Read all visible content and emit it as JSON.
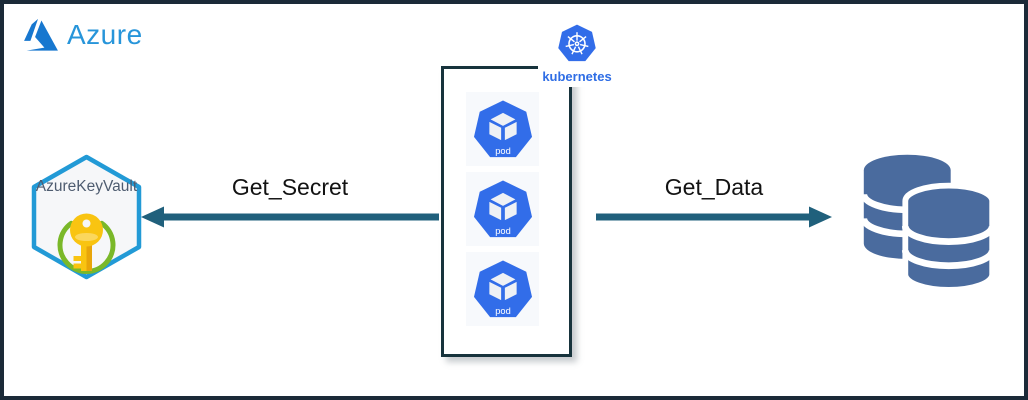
{
  "header": {
    "azure_label": "Azure"
  },
  "key_vault": {
    "label": "AzureKeyVault"
  },
  "cluster": {
    "kubernetes_label": "kubernetes",
    "pods": [
      {
        "label": "pod"
      },
      {
        "label": "pod"
      },
      {
        "label": "pod"
      }
    ]
  },
  "connections": {
    "get_secret": {
      "label": "Get_Secret",
      "direction": "left"
    },
    "get_data": {
      "label": "Get_Data",
      "direction": "right"
    }
  },
  "colors": {
    "frame_border": "#1b2a38",
    "azure_triangle": "#1777cf",
    "azure_text": "#2795da",
    "hex_border": "#229ad6",
    "hex_fill": "#f6f7f9",
    "keyvault_text": "#4e5c70",
    "key_gold": "#f9c411",
    "key_gold_dark": "#e8a50a",
    "key_gold_light": "#fbd75c",
    "arc_green": "#7ab829",
    "box_border": "#17333c",
    "k8s_blue": "#326de9",
    "k8s_label_blue": "#2e6de5",
    "pod_tile_bg": "#f7f9fc",
    "cube_face": "#eef1f5",
    "arrow": "#20607c",
    "label_text": "#121212",
    "db_blue": "#4a6b9e"
  }
}
